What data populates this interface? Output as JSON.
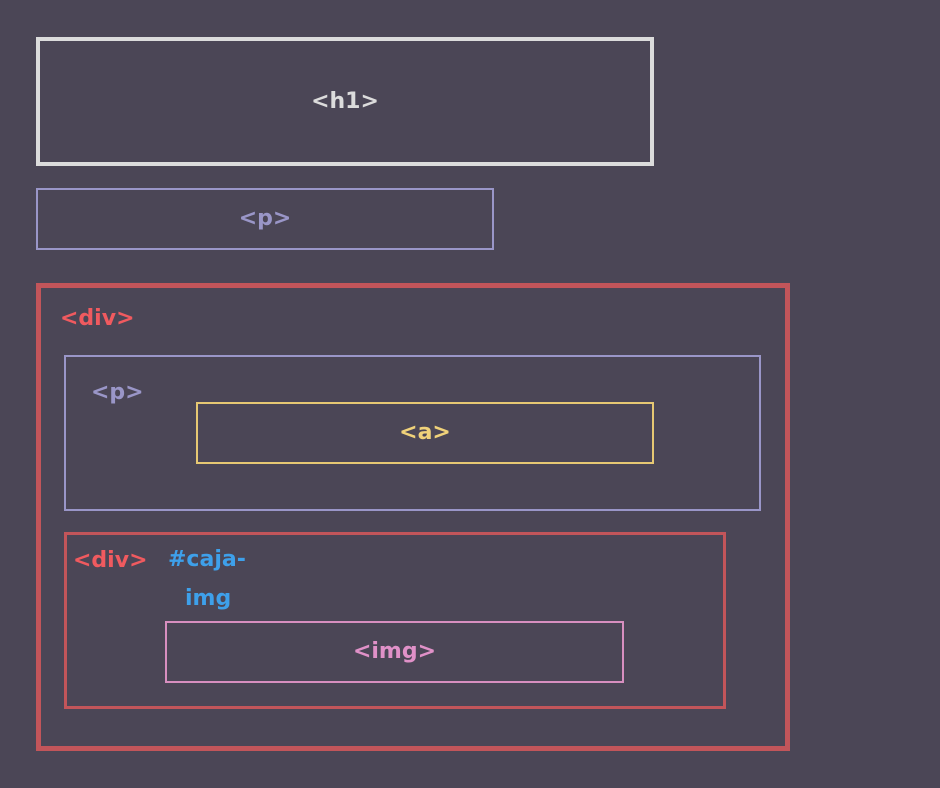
{
  "diagram": {
    "h1": {
      "label": "<h1>"
    },
    "p_top": {
      "label": "<p>"
    },
    "div_outer": {
      "label": "<div>"
    },
    "p_inner": {
      "label": "<p>"
    },
    "a": {
      "label": "<a>"
    },
    "div_inner": {
      "label": "<div>",
      "id_line1": "#caja-",
      "id_line2": "img"
    },
    "img": {
      "label": "<img>"
    }
  },
  "colors": {
    "background": "#4b4656",
    "h1": "#dcdcdc",
    "p": "#9a96c8",
    "div": "#c2555a",
    "div_text": "#f05a5f",
    "a": "#e6c873",
    "id": "#3ea0ea",
    "img": "#d88fc0"
  }
}
